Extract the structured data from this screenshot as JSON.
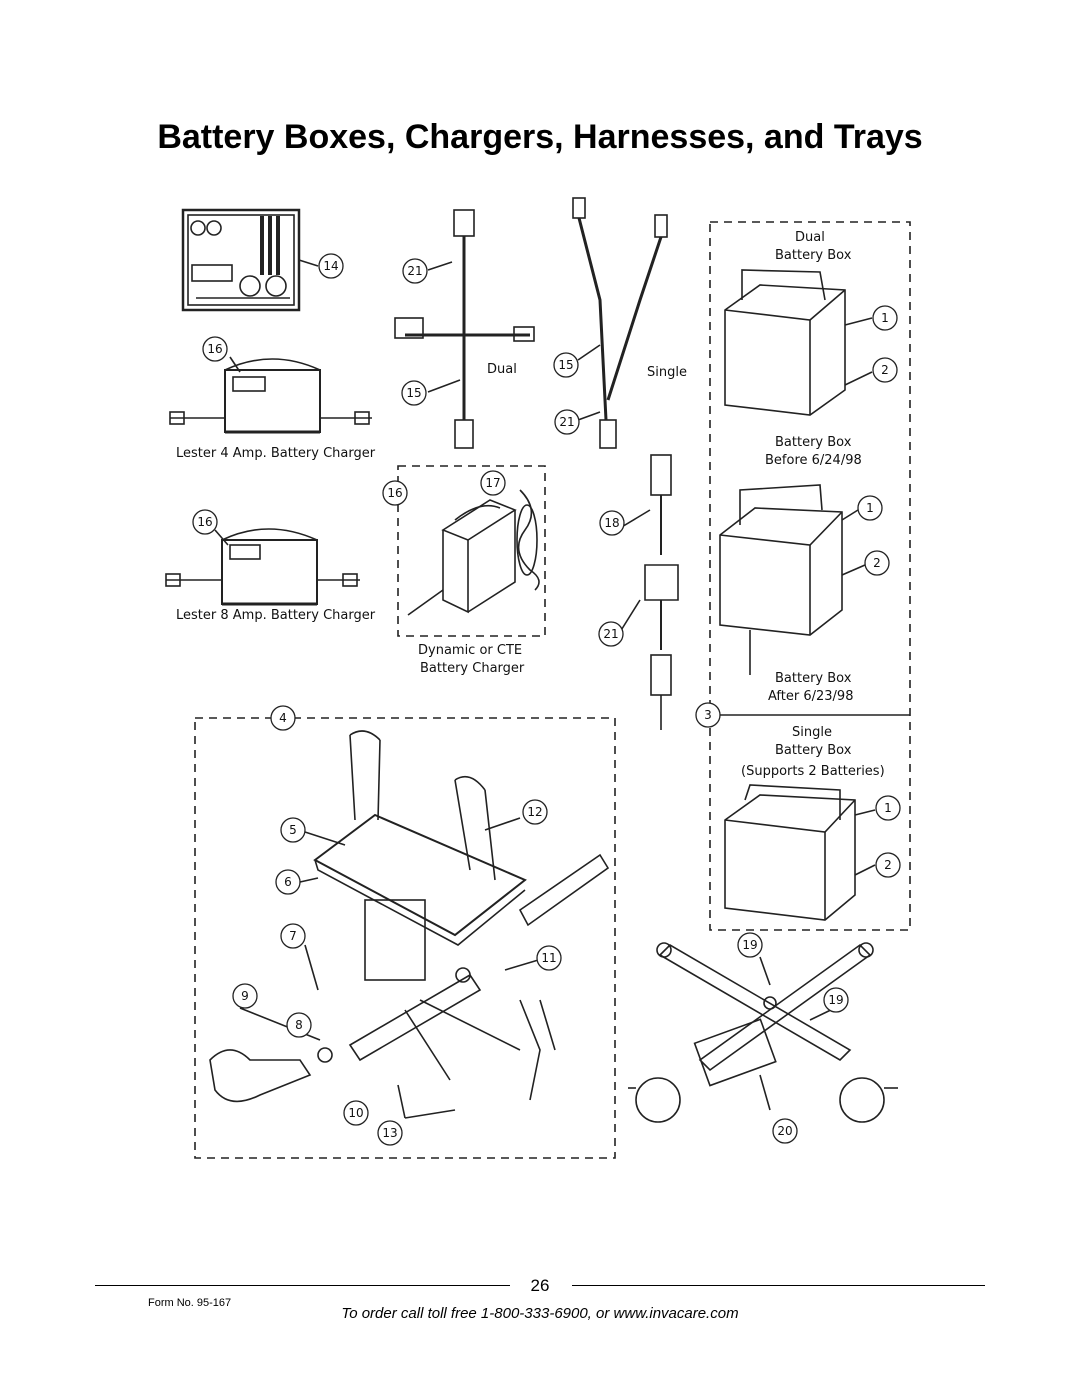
{
  "title": "Battery Boxes, Chargers, Harnesses, and Trays",
  "labels": {
    "dual_harness": "Dual",
    "single_harness": "Single",
    "lester4": "Lester 4 Amp. Battery Charger",
    "lester8": "Lester 8 Amp. Battery Charger",
    "dynamic_line1": "Dynamic or CTE",
    "dynamic_line2": "Battery Charger",
    "dual_box_line1": "Dual",
    "dual_box_line2": "Battery Box",
    "before_line1": "Battery Box",
    "before_line2": "Before 6/24/98",
    "after_line1": "Battery Box",
    "after_line2": "After 6/23/98",
    "single_line1": "Single",
    "single_line2": "Battery Box",
    "single_line3": "(Supports 2 Batteries)"
  },
  "callouts": {
    "c14": "14",
    "c16a": "16",
    "c16b": "16",
    "c16c": "16",
    "c17": "17",
    "c21a": "21",
    "c15a": "15",
    "c15b": "15",
    "c21b": "21",
    "c18": "18",
    "c21c": "21",
    "c1a": "1",
    "c2a": "2",
    "c1b": "1",
    "c2b": "2",
    "c3": "3",
    "c1c": "1",
    "c2c": "2",
    "c4": "4",
    "c5": "5",
    "c6": "6",
    "c7": "7",
    "c8": "8",
    "c9": "9",
    "c10": "10",
    "c11": "11",
    "c12": "12",
    "c13": "13",
    "c19a": "19",
    "c19b": "19",
    "c20": "20"
  },
  "footer": {
    "page_number": "26",
    "form_number": "Form No.  95-167",
    "order_text": "To order call toll free 1-800-333-6900, or www.invacare.com"
  }
}
